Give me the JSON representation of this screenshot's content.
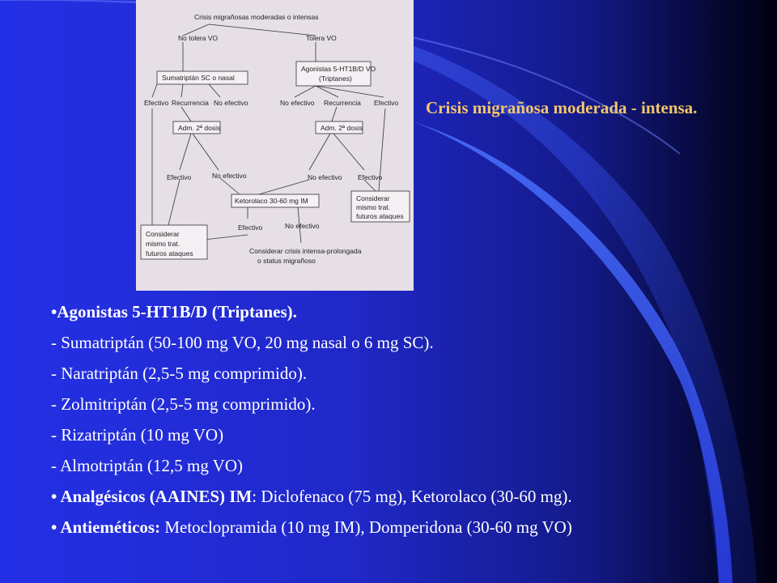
{
  "slide": {
    "title": "Crisis migrañosa moderada - intensa."
  },
  "flowchart": {
    "top": "Crisis migrañosas moderadas o intensas",
    "left_branch": "No tolera VO",
    "right_branch": "Tolera VO",
    "left_treatment": "Sumatriptán SC o nasal",
    "right_treatment_1": "Agonistas 5-HT1B/D VO",
    "right_treatment_2": "(Triptanes)",
    "left_efectivo": "Efectivo",
    "left_recurrencia": "Recurrencia",
    "left_noefectivo": "No efectivo",
    "right_noefectivo": "No efectivo",
    "right_recurrencia": "Recurrencia",
    "right_efectivo": "Efectivo",
    "left_adm": "Adm. 2ª dosis",
    "right_adm": "Adm. 2ª dosis",
    "left_adm_efectivo": "Efectivo",
    "left_adm_noefectivo": "No efectivo",
    "right_adm_noefectivo": "No efectivo",
    "right_adm_efectivo": "Efectivo",
    "ketorolaco": "Ketorolaco 30-60 mg IM",
    "keto_efectivo": "Efectivo",
    "keto_noefectivo": "No efectivo",
    "consider_right_1": "Considerar",
    "consider_right_2": "mismo trat.",
    "consider_right_3": "futuros ataques",
    "consider_left_1": "Considerar",
    "consider_left_2": "mismo trat.",
    "consider_left_3": "futuros ataques",
    "consider_intense_1": "Considerar crisis intensa-prolongada",
    "consider_intense_2": "o status migrañoso"
  },
  "content": {
    "agonistas": "•Agonistas 5-HT1B/D (Triptanes).",
    "sumatriptan": "- Sumatriptán (50-100 mg VO, 20 mg nasal o 6 mg SC).",
    "naratriptan": "- Naratriptán (2,5-5 mg comprimido).",
    "zolmitriptan": "- Zolmitriptán (2,5-5 mg comprimido).",
    "rizatriptan": "- Rizatriptán (10 mg VO)",
    "almotriptan": "- Almotriptán (12,5 mg VO)",
    "analgesicos_label": "• Analgésicos (AAINES) IM",
    "analgesicos_text": ": Diclofenaco (75 mg), Ketorolaco (30-60 mg).",
    "antiemeticos_label": "• Antieméticos:",
    "antiemeticos_text": " Metoclopramida (10 mg IM), Domperidona (30-60 mg VO)"
  },
  "colors": {
    "title": "#f2c66b",
    "text": "#ffffff",
    "background_left": "#2430e6",
    "background_right": "#000010",
    "panel": "#e6dfe6"
  }
}
